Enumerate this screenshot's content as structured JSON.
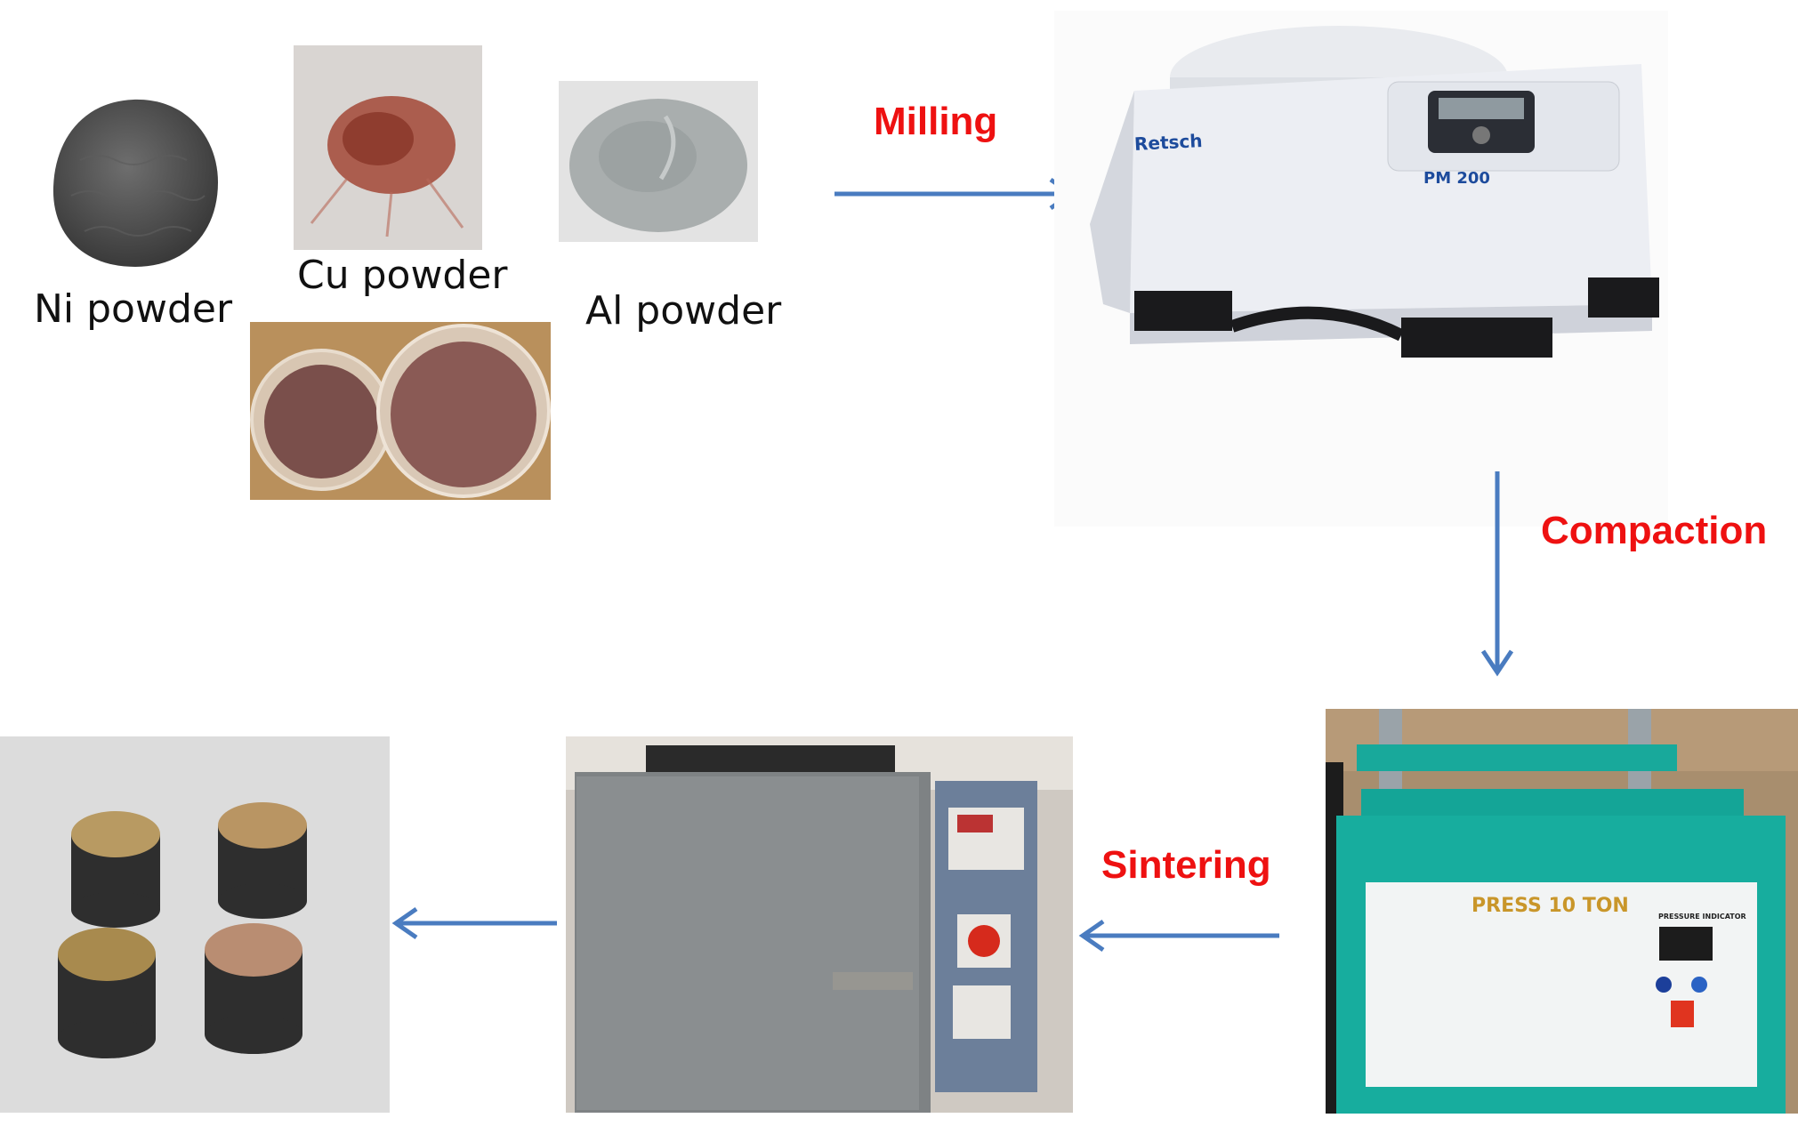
{
  "labels": {
    "ni": "Ni powder",
    "cu": "Cu powder",
    "al": "Al powder"
  },
  "steps": {
    "milling": "Milling",
    "compaction": "Compaction",
    "sintering": "Sintering"
  },
  "machines": {
    "mill_brand": "Retsch",
    "mill_model": "PM 200",
    "press_label": "PRESS 10 TON",
    "press_indicator": "PRESSURE INDICATOR"
  },
  "colors": {
    "step_text": "#ee1111",
    "arrow": "#4a7cc0"
  }
}
